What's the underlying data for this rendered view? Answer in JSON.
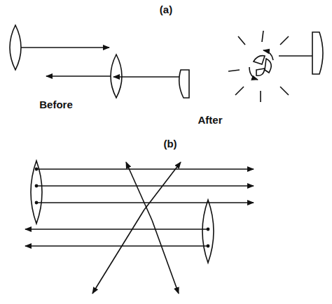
{
  "diagram": {
    "labels": [
      "(a)",
      "Before",
      "After",
      "(b)"
    ]
  }
}
